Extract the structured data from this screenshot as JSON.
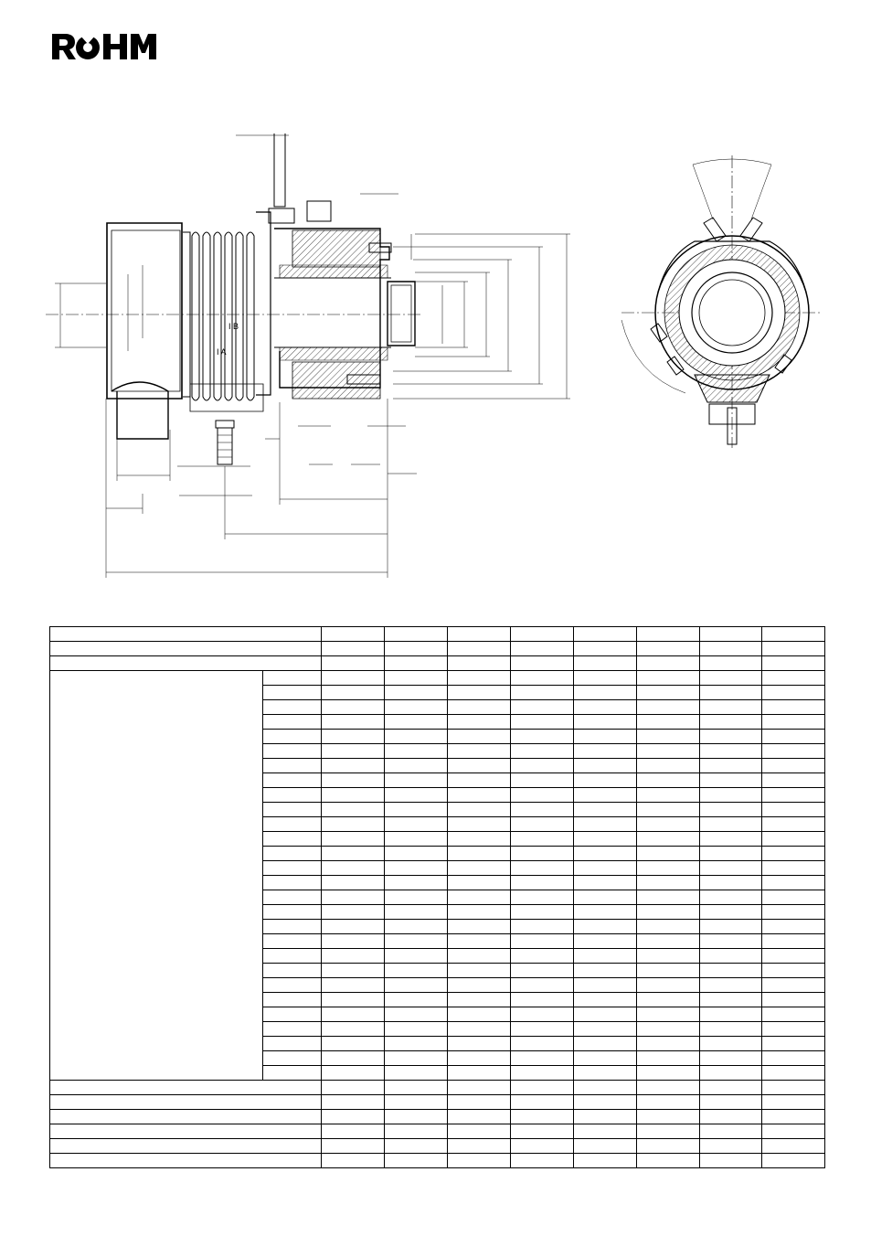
{
  "logo": {
    "text": "RÖHM"
  },
  "drawing": {
    "label_b": "I B",
    "label_a": "I A"
  },
  "table": {
    "columns": 8,
    "rows": 37
  }
}
